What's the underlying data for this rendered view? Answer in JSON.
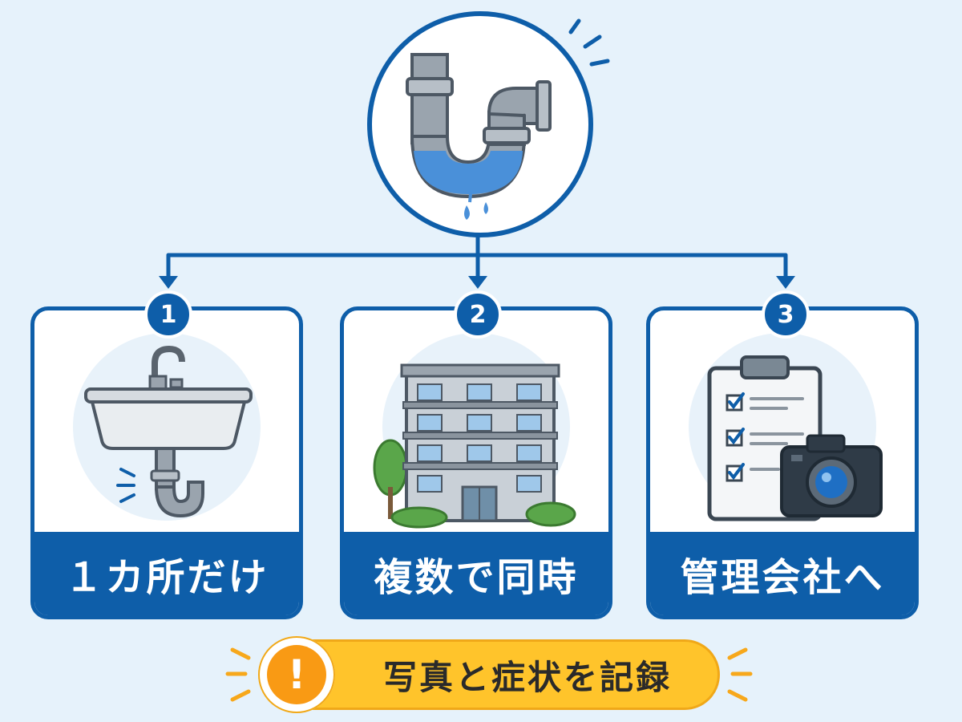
{
  "steps": [
    {
      "number": "1",
      "label": "１カ所だけ",
      "icon": "sink-icon"
    },
    {
      "number": "2",
      "label": "複数で同時",
      "icon": "apartment-building-icon"
    },
    {
      "number": "3",
      "label": "管理会社へ",
      "icon": "clipboard-camera-icon"
    }
  ],
  "top": {
    "icon": "leaking-pipe-icon"
  },
  "banner": {
    "icon": "exclamation-icon",
    "mark": "!",
    "text": "写真と症状を記録"
  },
  "colors": {
    "primary": "#0e5ea9",
    "background": "#e6f2fb",
    "accent": "#ffc42b",
    "warning": "#f99a14",
    "water": "#4a90d9"
  }
}
